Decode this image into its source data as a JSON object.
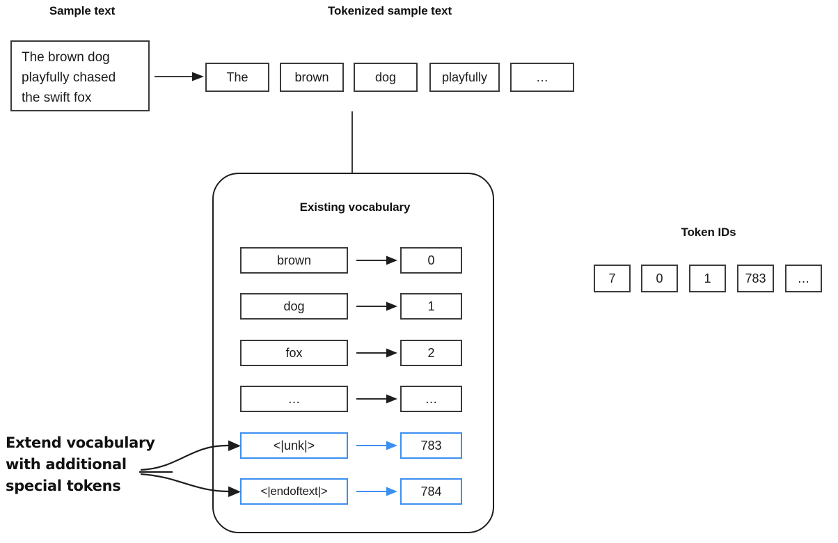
{
  "headings": {
    "sample_text": "Sample text",
    "tokenized_sample_text": "Tokenized sample text",
    "existing_vocabulary": "Existing vocabulary",
    "token_ids": "Token IDs"
  },
  "sample": {
    "lines": [
      "The brown dog",
      "playfully chased",
      "the swift fox"
    ],
    "full_text": "The brown dog playfully chased the swift fox"
  },
  "tokens": [
    {
      "label": "The"
    },
    {
      "label": "brown"
    },
    {
      "label": "dog"
    },
    {
      "label": "playfully"
    },
    {
      "label": "…"
    }
  ],
  "vocabulary": [
    {
      "word": "brown",
      "id": "0",
      "special": false
    },
    {
      "word": "dog",
      "id": "1",
      "special": false
    },
    {
      "word": "fox",
      "id": "2",
      "special": false
    },
    {
      "word": "…",
      "id": "…",
      "special": false
    },
    {
      "word": "<|unk|>",
      "id": "783",
      "special": true
    },
    {
      "word": "<|endoftext|>",
      "id": "784",
      "special": true
    }
  ],
  "token_ids": [
    {
      "value": "7"
    },
    {
      "value": "0"
    },
    {
      "value": "1"
    },
    {
      "value": "783"
    },
    {
      "value": "…"
    }
  ],
  "annotation": {
    "line1": "Extend vocabulary",
    "line2": "with additional",
    "line3": "special tokens"
  },
  "colors": {
    "special_accent": "#3c8fef",
    "stroke": "#3a3a3a",
    "panel_stroke": "#1d1d1d",
    "text": "#1a1a1a",
    "background": "#ffffff"
  }
}
